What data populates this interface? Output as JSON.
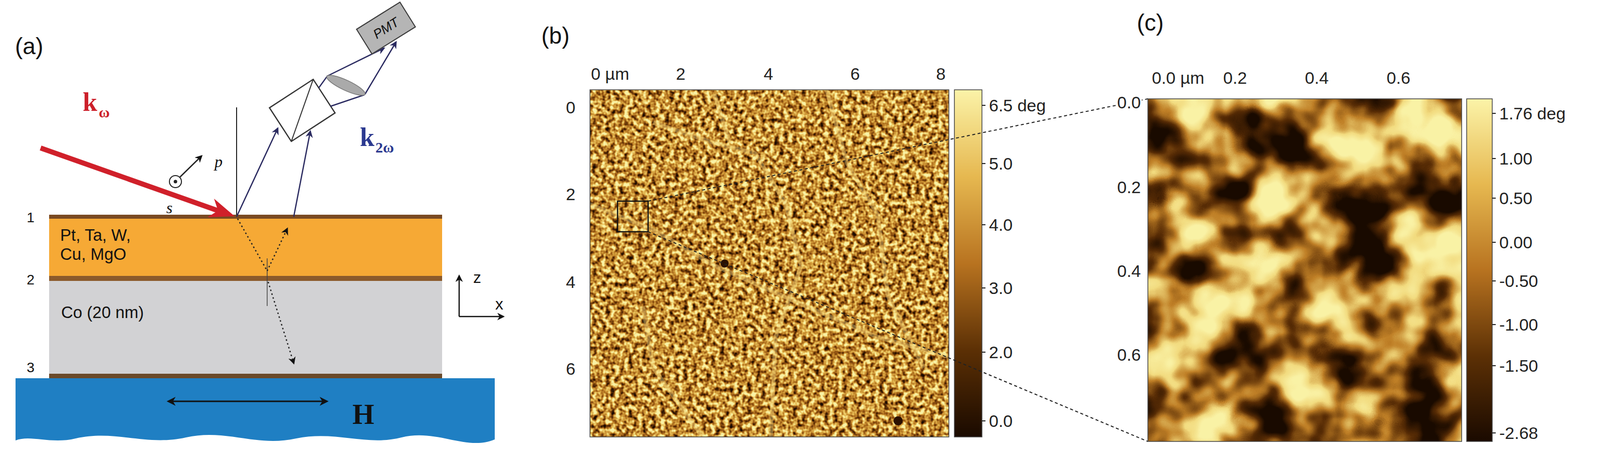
{
  "diagram": {
    "nodes": [
      {
        "text": [
          "PMT"
        ]
      },
      {
        "text": [
          "Pt, Ta, W, Cu, MgO"
        ]
      },
      {
        "text": [
          "Co (20 nm)"
        ]
      },
      {
        "text": [
          "H"
        ]
      }
    ],
    "labels": [
      "(a)",
      "k",
      "ω",
      "s",
      "p",
      "k",
      "2ω",
      "1",
      "2",
      "3",
      "z",
      "x",
      "(b)",
      "0 µm",
      "2",
      "4",
      "6",
      "8",
      "0",
      "2",
      "4",
      "6",
      "6.5 deg",
      "5.0",
      "4.0",
      "3.0",
      "2.0",
      "0.0",
      "(c)",
      "0.0 µm",
      "0.2",
      "0.4",
      "0.6",
      "0.0",
      "0.2",
      "0.4",
      "0.6",
      "1.76 deg",
      "1.00",
      "0.50",
      "0.00",
      "-0.50",
      "-1.00",
      "-1.50",
      "-2.68"
    ]
  }
}
